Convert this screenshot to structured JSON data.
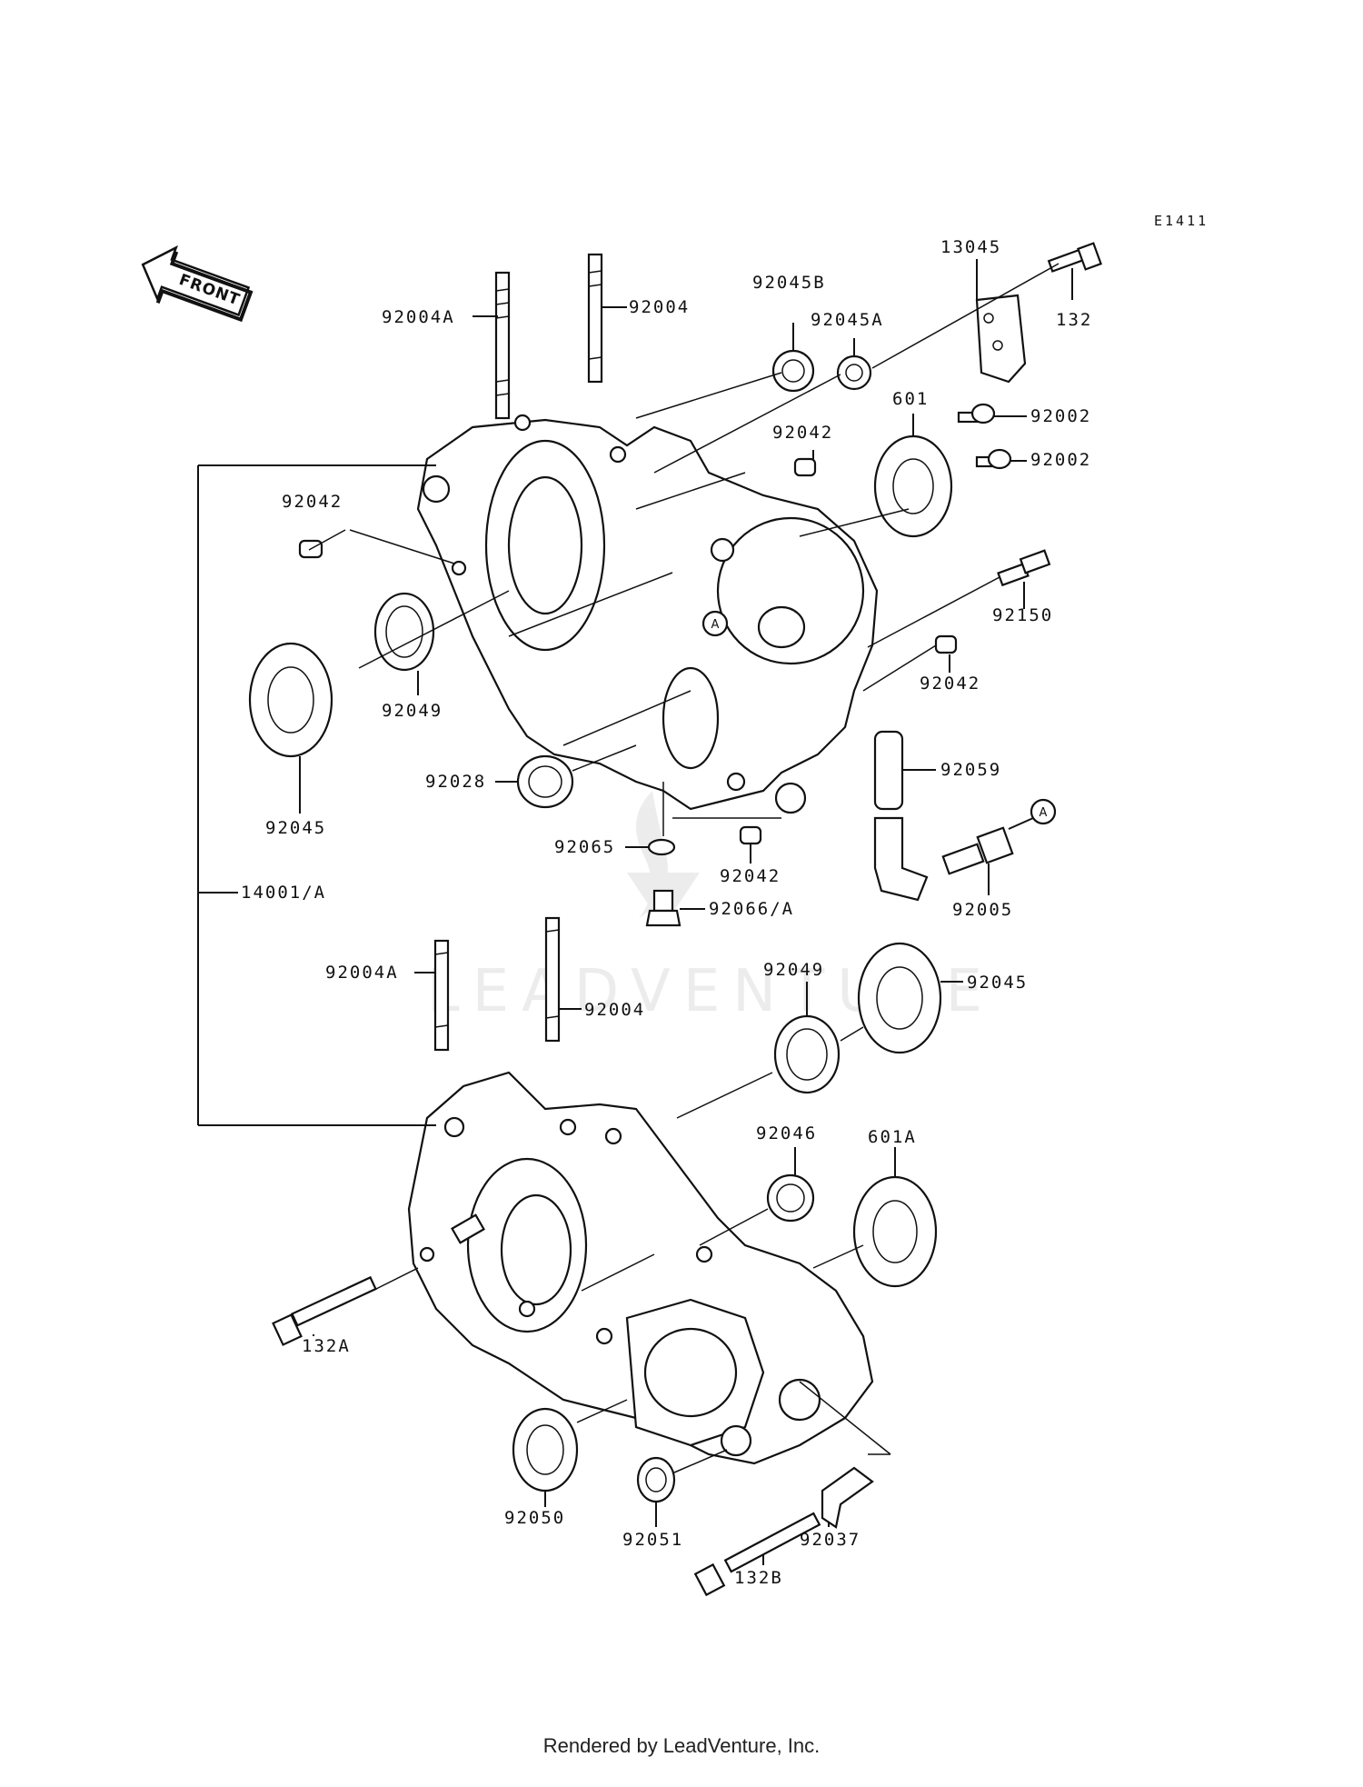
{
  "diagram_code": "E1411",
  "front_label": "FRONT",
  "watermark": "LEADVENTURE",
  "footer": "Rendered by LeadVenture, Inc.",
  "ref_marker": "A",
  "labels": [
    {
      "id": "l1",
      "text": "92004A"
    },
    {
      "id": "l2",
      "text": "92004"
    },
    {
      "id": "l3",
      "text": "92045B"
    },
    {
      "id": "l4",
      "text": "92045A"
    },
    {
      "id": "l5",
      "text": "13045"
    },
    {
      "id": "l6",
      "text": "132"
    },
    {
      "id": "l7",
      "text": "92042"
    },
    {
      "id": "l8",
      "text": "601"
    },
    {
      "id": "l9",
      "text": "92002"
    },
    {
      "id": "l10",
      "text": "92002"
    },
    {
      "id": "l11",
      "text": "92042"
    },
    {
      "id": "l12",
      "text": "92150"
    },
    {
      "id": "l13",
      "text": "92049"
    },
    {
      "id": "l14",
      "text": "92042"
    },
    {
      "id": "l15",
      "text": "92045"
    },
    {
      "id": "l16",
      "text": "92028"
    },
    {
      "id": "l17",
      "text": "92059"
    },
    {
      "id": "l18",
      "text": "92065"
    },
    {
      "id": "l19",
      "text": "92042"
    },
    {
      "id": "l20",
      "text": "92005"
    },
    {
      "id": "l21",
      "text": "92066/A"
    },
    {
      "id": "l22",
      "text": "14001/A"
    },
    {
      "id": "l23",
      "text": "92004A"
    },
    {
      "id": "l24",
      "text": "92004"
    },
    {
      "id": "l25",
      "text": "92049"
    },
    {
      "id": "l26",
      "text": "92045"
    },
    {
      "id": "l27",
      "text": "92046"
    },
    {
      "id": "l28",
      "text": "601A"
    },
    {
      "id": "l29",
      "text": "132A"
    },
    {
      "id": "l30",
      "text": "92050"
    },
    {
      "id": "l31",
      "text": "92051"
    },
    {
      "id": "l32",
      "text": "92037"
    },
    {
      "id": "l33",
      "text": "132B"
    }
  ]
}
